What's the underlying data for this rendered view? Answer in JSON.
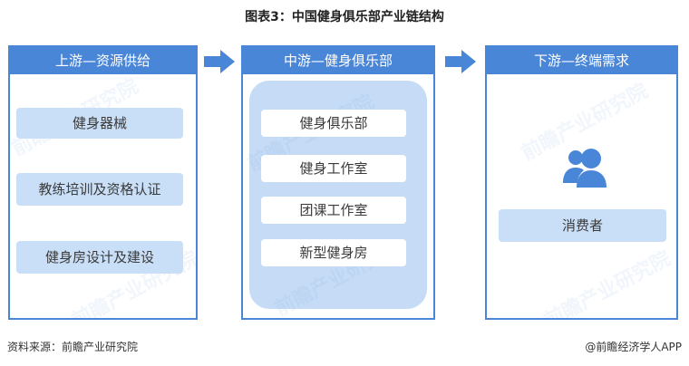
{
  "title": "图表3：中国健身俱乐部产业链结构",
  "columns": [
    {
      "header": "上游—资源供给",
      "items": [
        "健身器械",
        "教练培训及资格认证",
        "健身房设计及建设"
      ]
    },
    {
      "header": "中游—健身俱乐部",
      "items": [
        "健身俱乐部",
        "健身工作室",
        "团课工作室",
        "新型健身房"
      ]
    },
    {
      "header": "下游—终端需求",
      "icon": "people-icon",
      "items": [
        "消费者"
      ]
    }
  ],
  "arrows": [
    "arrow-right-icon",
    "arrow-right-icon"
  ],
  "watermark": "前瞻产业研究院",
  "footer": {
    "source": "资料来源：前瞻产业研究院",
    "credit": "@前瞻经济学人APP"
  },
  "colors": {
    "header_blue": "#4a86d8",
    "item_light_blue": "#c9dff8",
    "panel_light_blue": "#c6dcf6",
    "text": "#333333"
  }
}
